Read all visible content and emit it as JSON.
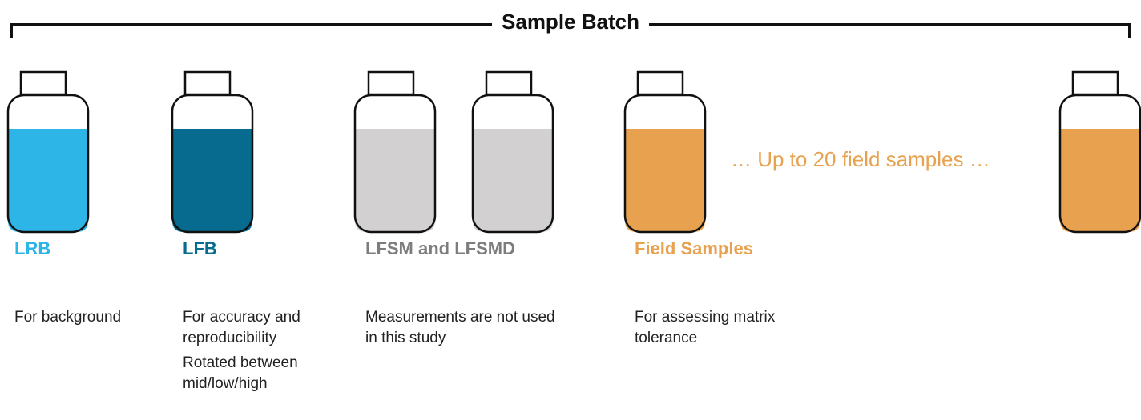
{
  "title": "Sample Batch",
  "colors": {
    "lrb": "#2eb5e8",
    "lfb": "#066b8f",
    "lfsm": "#d2d0d1",
    "field": "#e8a24f",
    "outline": "#111111"
  },
  "ellipsis_text": "… Up to 20 field samples …",
  "groups": [
    {
      "label": "LRB",
      "descriptions": [
        "For background"
      ]
    },
    {
      "label": "LFB",
      "descriptions": [
        "For accuracy and reproducibility",
        "Rotated between mid/low/high"
      ]
    },
    {
      "label": "LFSM and LFSMD",
      "descriptions": [
        "Measurements are not used in this study"
      ]
    },
    {
      "label": "Field Samples",
      "descriptions": [
        "For assessing matrix tolerance"
      ]
    }
  ]
}
